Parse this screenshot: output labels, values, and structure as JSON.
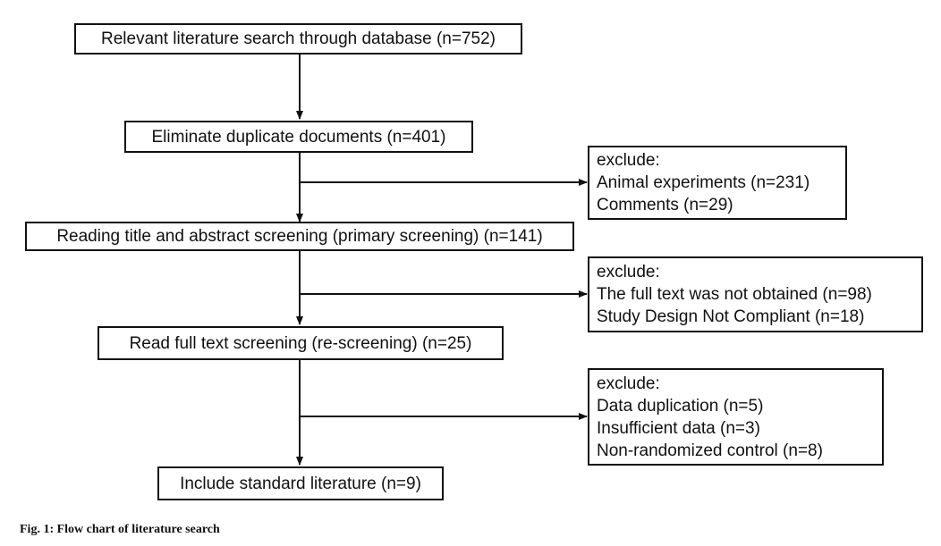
{
  "steps": [
    {
      "text": "Relevant literature search through database (n=752)"
    },
    {
      "text": "Eliminate duplicate documents (n=401)"
    },
    {
      "text": "Reading title and abstract screening (primary screening) (n=141)"
    },
    {
      "text": "Read full text screening (re-screening) (n=25)"
    },
    {
      "text": "Include standard literature (n=9)"
    }
  ],
  "exclusions": [
    {
      "heading": "exclude:",
      "items": [
        "Animal experiments (n=231)",
        "Comments (n=29)"
      ]
    },
    {
      "heading": "exclude:",
      "items": [
        "The full text was not obtained (n=98)",
        "Study Design Not Compliant (n=18)"
      ]
    },
    {
      "heading": "exclude:",
      "items": [
        "Data duplication (n=5)",
        "Insufficient data (n=3)",
        "Non-randomized control (n=8)"
      ]
    }
  ],
  "caption": "Fig. 1: Flow chart of literature search"
}
